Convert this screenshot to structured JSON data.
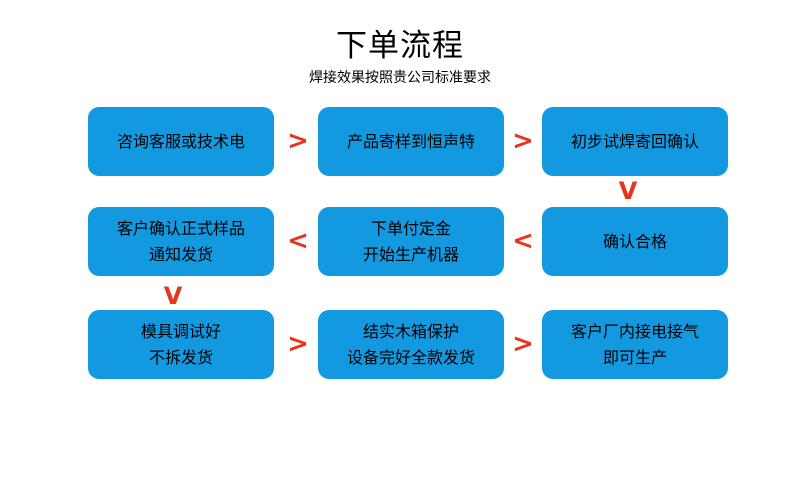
{
  "header": {
    "title": "下单流程",
    "subtitle": "焊接效果按照贵公司标准要求"
  },
  "colors": {
    "node_fill": "#1399e0",
    "arrow": "#e8341c",
    "background": "#ffffff",
    "text": "#000000"
  },
  "flow": {
    "rows": [
      {
        "nodes": [
          {
            "lines": [
              "咨询客服或技术电"
            ]
          },
          {
            "lines": [
              "产品寄样到恒声特"
            ]
          },
          {
            "lines": [
              "初步试焊寄回确认"
            ]
          }
        ],
        "connectors": [
          {
            "glyph": ">",
            "name": "arrow-right"
          },
          {
            "glyph": ">",
            "name": "arrow-right"
          }
        ]
      },
      {
        "nodes": [
          {
            "lines": [
              "客户确认正式样品",
              "通知发货"
            ]
          },
          {
            "lines": [
              "下单付定金",
              "开始生产机器"
            ]
          },
          {
            "lines": [
              "确认合格"
            ]
          }
        ],
        "connectors": [
          {
            "glyph": "<",
            "name": "arrow-left"
          },
          {
            "glyph": "<",
            "name": "arrow-left"
          }
        ]
      },
      {
        "nodes": [
          {
            "lines": [
              "模具调试好",
              "不拆发货"
            ]
          },
          {
            "lines": [
              "结实木箱保护",
              "设备完好全款发货"
            ]
          },
          {
            "lines": [
              "客户厂内接电接气",
              "即可生产"
            ]
          }
        ],
        "connectors": [
          {
            "glyph": ">",
            "name": "arrow-right"
          },
          {
            "glyph": ">",
            "name": "arrow-right"
          }
        ]
      }
    ],
    "vertical_connectors": [
      {
        "glyph": "V",
        "name": "arrow-down-right-side"
      },
      {
        "glyph": "V",
        "name": "arrow-down-left-side"
      }
    ]
  }
}
